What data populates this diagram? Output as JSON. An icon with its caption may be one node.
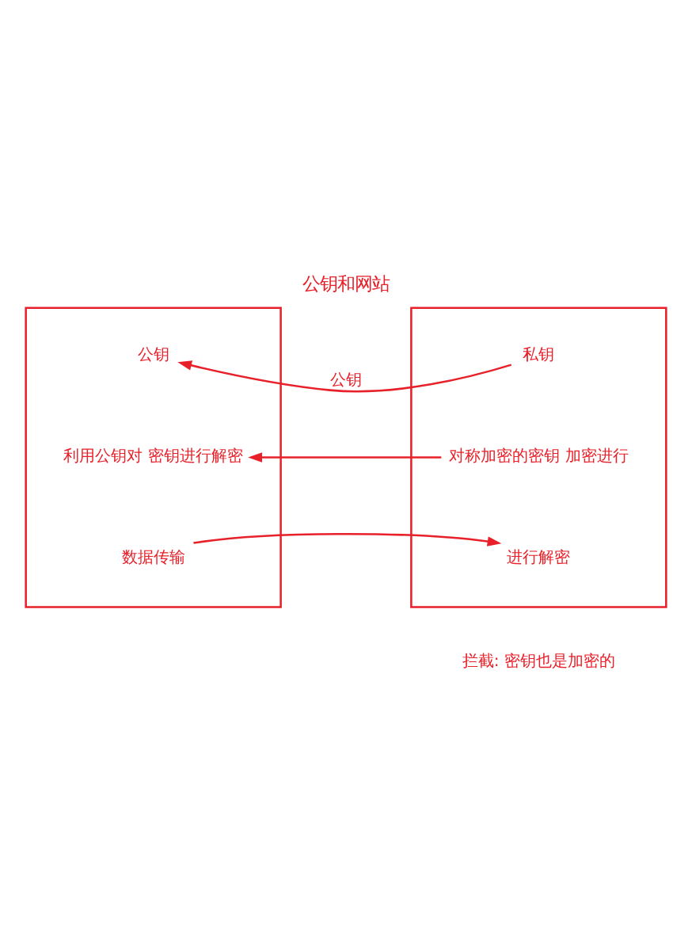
{
  "diagram": {
    "title": "公钥和网站",
    "nodes": [
      {
        "text": [],
        "shape": "box"
      },
      {
        "text": [
          "公钥"
        ],
        "in": 0
      },
      {
        "text": [
          "利用公钥对 密钥进行解密"
        ],
        "in": 0
      },
      {
        "text": [
          "数据传输"
        ],
        "in": 0
      },
      {
        "text": [],
        "shape": "box"
      },
      {
        "text": [
          "私钥"
        ],
        "in": 4
      },
      {
        "text": [
          "对称加密的密钥 加密进行"
        ],
        "in": 4
      },
      {
        "text": [
          "进行解密"
        ],
        "in": 4
      }
    ],
    "edges": [
      {
        "from": 5,
        "to": 1,
        "arrow": "to",
        "label": "公钥"
      },
      {
        "from": 6,
        "to": 2,
        "arrow": "to"
      },
      {
        "from": 3,
        "to": 7,
        "arrow": "to"
      }
    ],
    "labels": [
      "拦截: 密钥也是加密的"
    ]
  }
}
